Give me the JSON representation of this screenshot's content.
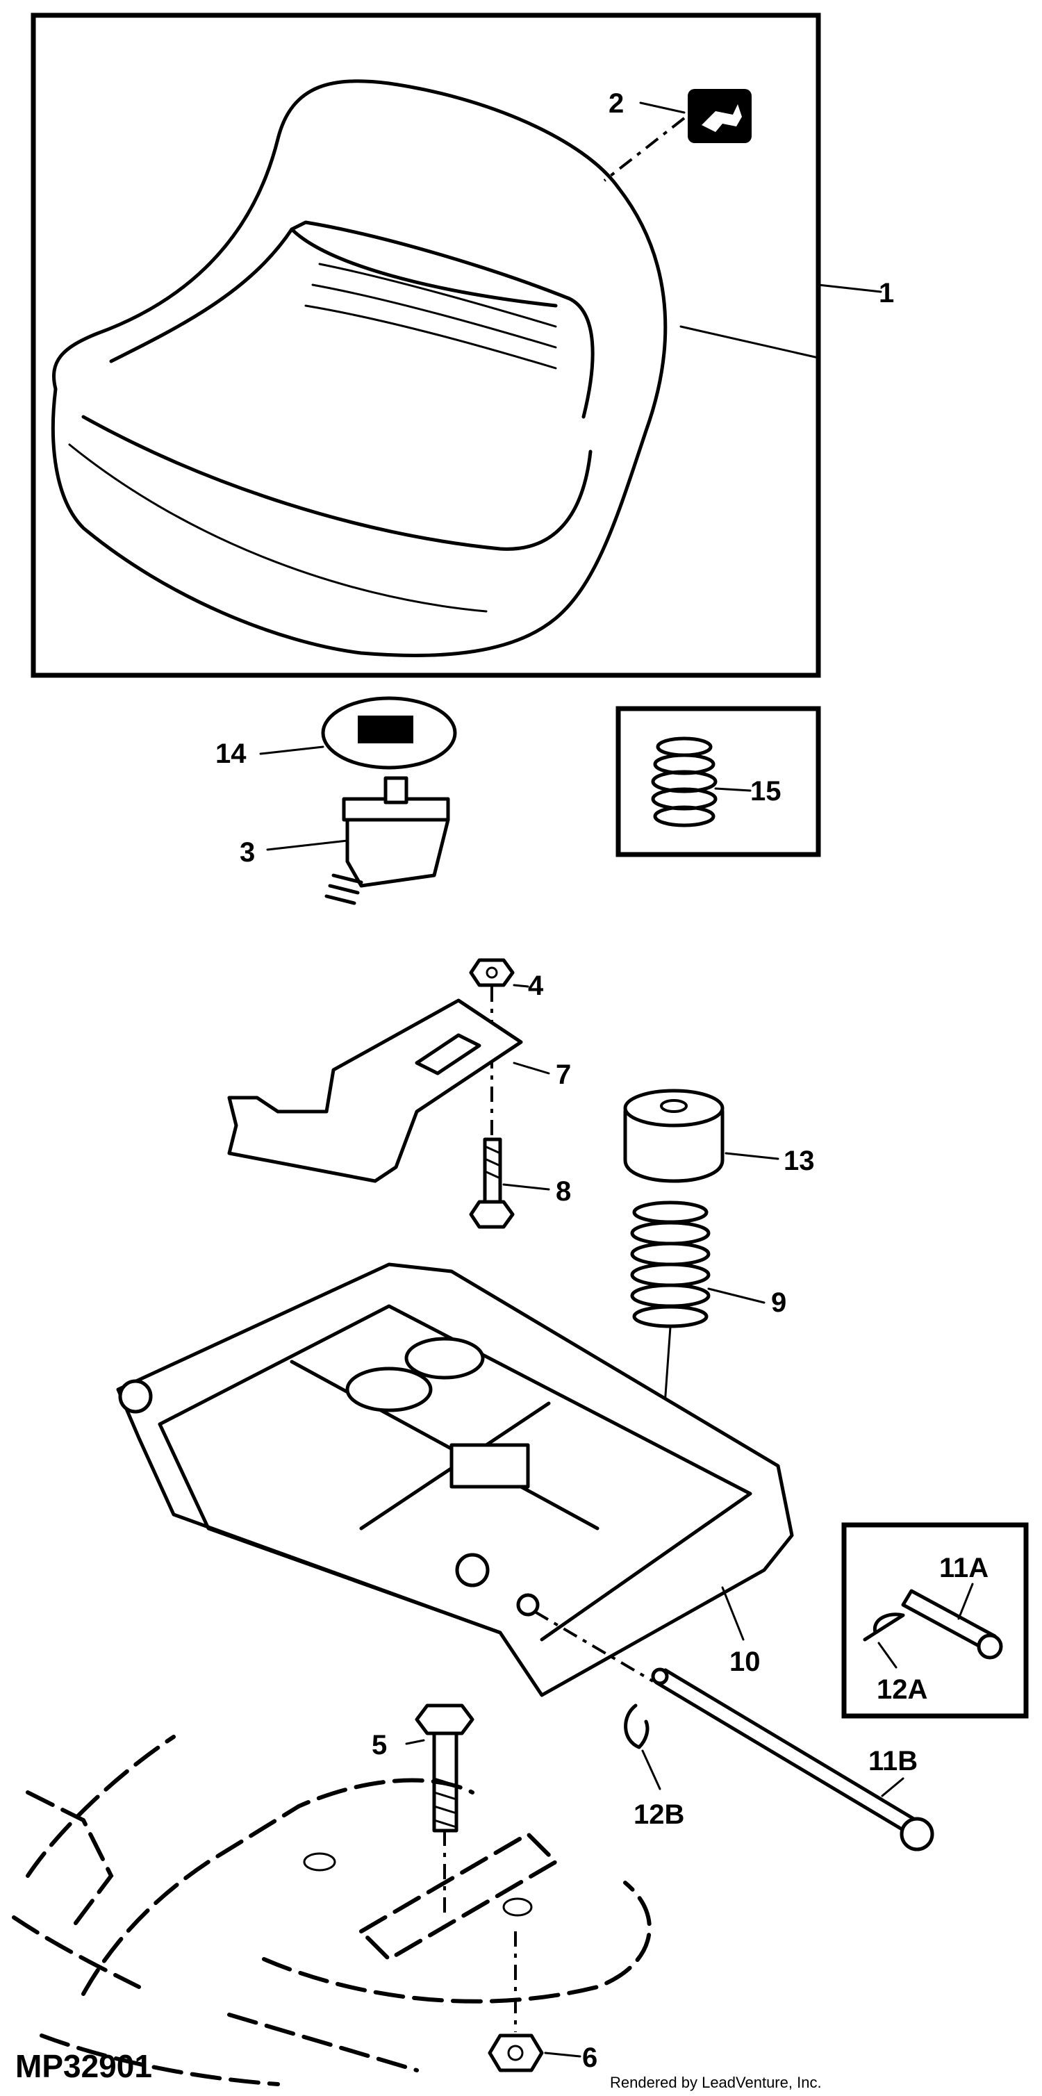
{
  "diagram": {
    "callouts": {
      "c1": "1",
      "c2": "2",
      "c3": "3",
      "c4": "4",
      "c5": "5",
      "c6": "6",
      "c7": "7",
      "c8": "8",
      "c9": "9",
      "c10": "10",
      "c11a": "11A",
      "c11b": "11B",
      "c12a": "12A",
      "c12b": "12B",
      "c13": "13",
      "c14": "14",
      "c15": "15"
    },
    "figure_code": "MP32901",
    "credit": "Rendered by LeadVenture, Inc."
  },
  "colors": {
    "line": "#000000",
    "background": "#ffffff"
  }
}
